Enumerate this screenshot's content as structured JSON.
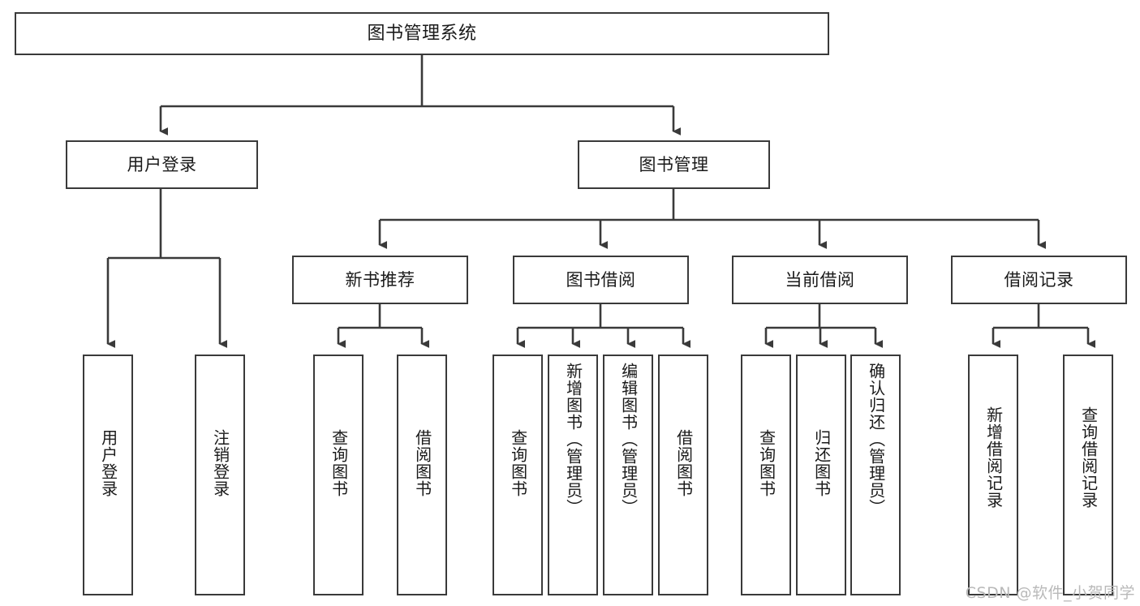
{
  "diagram": {
    "type": "tree-hierarchy",
    "title": "图书管理系统",
    "colors": {
      "stroke": "#3a3a3a",
      "fill": "#ffffff",
      "text": "#1a1a1a",
      "watermark": "#b9b9b9"
    },
    "root": {
      "id": "root",
      "label": "图书管理系统"
    },
    "level2": [
      {
        "id": "user-login",
        "label": "用户登录"
      },
      {
        "id": "book-manage",
        "label": "图书管理"
      }
    ],
    "level3": [
      {
        "id": "new-book-rec",
        "label": "新书推荐",
        "parent": "book-manage"
      },
      {
        "id": "book-borrow",
        "label": "图书借阅",
        "parent": "book-manage"
      },
      {
        "id": "current-borrow",
        "label": "当前借阅",
        "parent": "book-manage"
      },
      {
        "id": "borrow-record",
        "label": "借阅记录",
        "parent": "book-manage"
      }
    ],
    "leaves": [
      {
        "id": "leaf-user-login",
        "label": "用户登录",
        "parent": "user-login"
      },
      {
        "id": "leaf-logout",
        "label": "注销登录",
        "parent": "user-login"
      },
      {
        "id": "leaf-query-book-1",
        "label": "查询图书",
        "parent": "new-book-rec"
      },
      {
        "id": "leaf-borrow-book-1",
        "label": "借阅图书",
        "parent": "new-book-rec"
      },
      {
        "id": "leaf-query-book-2",
        "label": "查询图书",
        "parent": "book-borrow"
      },
      {
        "id": "leaf-add-book",
        "label": "新增图书（管理员）",
        "parent": "book-borrow"
      },
      {
        "id": "leaf-edit-book",
        "label": "编辑图书（管理员）",
        "parent": "book-borrow"
      },
      {
        "id": "leaf-borrow-book-2",
        "label": "借阅图书",
        "parent": "book-borrow"
      },
      {
        "id": "leaf-query-book-3",
        "label": "查询图书",
        "parent": "current-borrow"
      },
      {
        "id": "leaf-return-book",
        "label": "归还图书",
        "parent": "current-borrow"
      },
      {
        "id": "leaf-confirm-return",
        "label": "确认归还（管理员）",
        "parent": "current-borrow"
      },
      {
        "id": "leaf-add-record",
        "label": "新增借阅记录",
        "parent": "borrow-record"
      },
      {
        "id": "leaf-query-record",
        "label": "查询借阅记录",
        "parent": "borrow-record"
      }
    ],
    "watermark": "CSDN @软件_小贺同学"
  }
}
